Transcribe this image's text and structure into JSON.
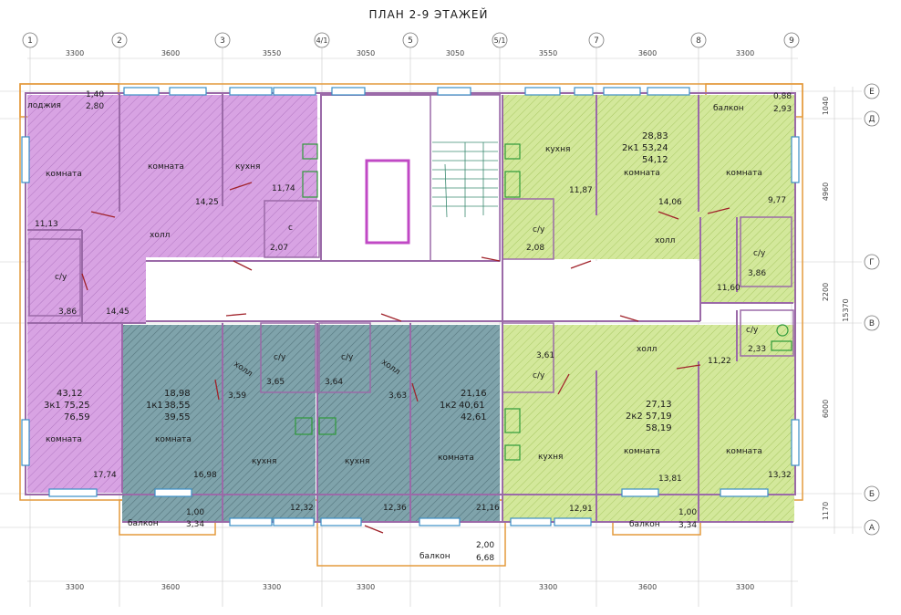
{
  "title": "ПЛАН 2-9 ЭТАЖЕЙ",
  "axes_columns": [
    "1",
    "2",
    "3",
    "4/1",
    "5",
    "5/1",
    "7",
    "8",
    "9"
  ],
  "axes_rows": [
    "Е",
    "Д",
    "Г",
    "В",
    "Б",
    "А"
  ],
  "dims_top": [
    "3300",
    "3600",
    "3550",
    "3050",
    "3050",
    "3550",
    "3600",
    "3300"
  ],
  "dims_bottom": [
    "3300",
    "3600",
    "3300",
    "3300",
    "3300",
    "3600",
    "3300"
  ],
  "dims_right": [
    "1040",
    "4960",
    "2200",
    "15370",
    "6000",
    "1170"
  ],
  "colors": {
    "purple": "#d59be0",
    "teal": "#6f9aa3",
    "green": "#c9e58c",
    "wall": "#9b6aa8",
    "outline": "#e49a3c",
    "window": "#3b8fc6",
    "stroke": "#8fb0d3"
  },
  "rooms": {
    "loggia": {
      "label": "лоджия",
      "a1": "1,40",
      "a2": "2,80"
    },
    "balcony_tr": {
      "label": "балкон",
      "a1": "0,88",
      "a2": "2,93"
    },
    "balcony_bl": {
      "label": "балкон",
      "a1": "1,00",
      "a2": "3,34"
    },
    "balcony_bc": {
      "label": "балкон",
      "a1": "2,00",
      "a2": "6,68"
    },
    "balcony_br": {
      "label": "балкон",
      "a1": "1,00",
      "a2": "3,34"
    },
    "a3k1": {
      "room1": "комната",
      "room1_area": "11,13",
      "room2": "комната",
      "room2_area": "14,25",
      "kitchen": "кухня",
      "kitchen_area": "11,74",
      "hall": "холл",
      "hall_area": "14,45",
      "bath": "с/у",
      "bath_area": "3,86",
      "wc": "с",
      "wc_area": "2,07",
      "room3": "комната",
      "room3_area": "17,74",
      "s1": "43,12",
      "s2": "75,25",
      "s3": "76,59",
      "code": "3к1"
    },
    "a1k1": {
      "room": "комната",
      "room_area": "18,98",
      "hall": "холл",
      "hall_area": "3,59",
      "bath": "с/у",
      "bath_area": "3,65",
      "kitchen": "кухня",
      "kitchen_area": "12,32",
      "s1": "18,98",
      "s2": "38,55",
      "s3": "39,55",
      "code": "1к1",
      "area_small": "16,98"
    },
    "a1k2": {
      "room": "комната",
      "room_area": "21,16",
      "hall": "холл",
      "hall_area": "3,63",
      "bath": "с/у",
      "bath_area": "3,64",
      "kitchen": "кухня",
      "kitchen_area": "12,36",
      "s1": "21,16",
      "s2": "40,61",
      "s3": "42,61",
      "code": "1к2"
    },
    "a2k1": {
      "kitchen": "кухня",
      "kitchen_area": "11,87",
      "bath": "с/у",
      "bath_area": "2,08",
      "room1": "комната",
      "room1_area": "14,06",
      "room2": "комната",
      "room2_area": "9,77",
      "hall": "холл",
      "hall_area": "11,60",
      "wc": "с/у",
      "wc_area": "3,86",
      "s1": "28,83",
      "s2": "53,24",
      "s3": "54,12",
      "code": "2к1"
    },
    "a2k2": {
      "bath": "с/у",
      "bath_area": "3,61",
      "kitchen": "кухня",
      "kitchen_area": "12,91",
      "hall": "холл",
      "hall_area": "11,22",
      "wc": "с/у",
      "wc_area": "2,33",
      "room1": "комната",
      "room1_area": "13,81",
      "room2": "комната",
      "room2_area": "13,32",
      "s1": "27,13",
      "s2": "57,19",
      "s3": "58,19",
      "code": "2к2"
    }
  }
}
